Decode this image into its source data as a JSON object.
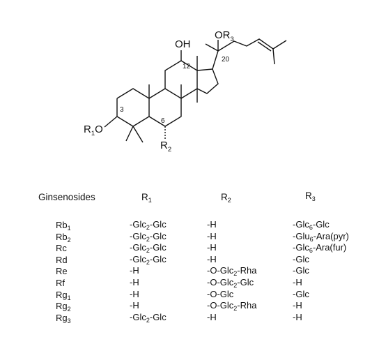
{
  "structure": {
    "atoms": {
      "oh": "OH",
      "or3": [
        "OR",
        "3"
      ],
      "r1o": [
        "R",
        "1",
        "O"
      ],
      "r2": [
        "R",
        "2"
      ],
      "num3": "3",
      "num6": "6",
      "num12": "12",
      "num20": "20"
    }
  },
  "table": {
    "headers": {
      "name": "Ginsenosides",
      "r1": [
        "R",
        "1"
      ],
      "r2": [
        "R",
        "2"
      ],
      "r3": [
        "R",
        "3"
      ]
    },
    "rows": [
      {
        "name": [
          "Rb",
          "1"
        ],
        "r1": [
          "-Glc",
          "2",
          "-Glc"
        ],
        "r2": [
          "-H"
        ],
        "r3": [
          "-Glc",
          "6",
          "-Glc"
        ]
      },
      {
        "name": [
          "Rb",
          "2"
        ],
        "r1": [
          "-Glc",
          "2",
          "-Glc"
        ],
        "r2": [
          "-H"
        ],
        "r3": [
          "-Glu",
          "6",
          "-Ara(pyr)"
        ]
      },
      {
        "name": [
          "Rc"
        ],
        "r1": [
          "-Glc",
          "2",
          "-Glc"
        ],
        "r2": [
          "-H"
        ],
        "r3": [
          "-Glc",
          "6",
          "-Ara(fur)"
        ]
      },
      {
        "name": [
          "Rd"
        ],
        "r1": [
          "-Glc",
          "2",
          "-Glc"
        ],
        "r2": [
          "-H"
        ],
        "r3": [
          "-Glc"
        ]
      },
      {
        "name": [
          "Re"
        ],
        "r1": [
          "-H"
        ],
        "r2": [
          "-O-Glc",
          "2",
          "-Rha"
        ],
        "r3": [
          "-Glc"
        ]
      },
      {
        "name": [
          "Rf"
        ],
        "r1": [
          "-H"
        ],
        "r2": [
          "-O-Glc",
          "2",
          "-Glc"
        ],
        "r3": [
          "-H"
        ]
      },
      {
        "name": [
          "Rg",
          "1"
        ],
        "r1": [
          "-H"
        ],
        "r2": [
          "-O-Glc"
        ],
        "r3": [
          "-Glc"
        ]
      },
      {
        "name": [
          "Rg",
          "2"
        ],
        "r1": [
          "-H"
        ],
        "r2": [
          "-O-Glc",
          "2",
          "-Rha"
        ],
        "r3": [
          "-H"
        ]
      },
      {
        "name": [
          "Rg",
          "3"
        ],
        "r1": [
          "-Glc",
          "2",
          "-Glc"
        ],
        "r2": [
          "-H"
        ],
        "r3": [
          "-H"
        ]
      }
    ]
  }
}
